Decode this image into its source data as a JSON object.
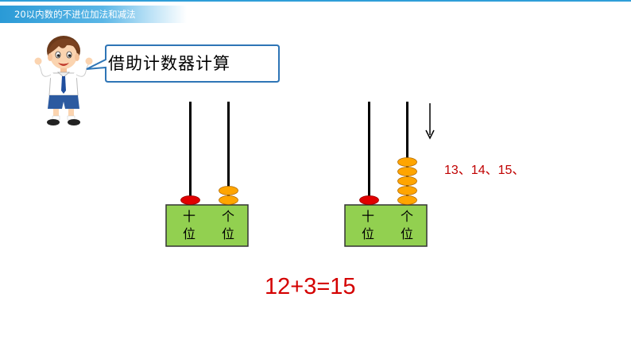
{
  "header": {
    "title": "20以内数的不进位加法和减法"
  },
  "speech_bubble": {
    "text": "借助计数器计算"
  },
  "abacus_left": {
    "tens_label": [
      "十",
      "位"
    ],
    "ones_label": [
      "个",
      "位"
    ],
    "tens_beads": 1,
    "ones_beads": 2
  },
  "abacus_right": {
    "tens_label": [
      "十",
      "位"
    ],
    "ones_label": [
      "个",
      "位"
    ],
    "tens_beads": 1,
    "ones_beads": 5
  },
  "counting_text": "13、14、15、",
  "equation": "12+3=15",
  "colors": {
    "frame": "#92d050",
    "tens_bead": "#e00000",
    "ones_bead": "#ffa500",
    "accent_red": "#c00000",
    "title_blue": "#2a9ad6"
  },
  "icons": {
    "character": "boy-icon",
    "arrow": "down-arrow-icon"
  }
}
